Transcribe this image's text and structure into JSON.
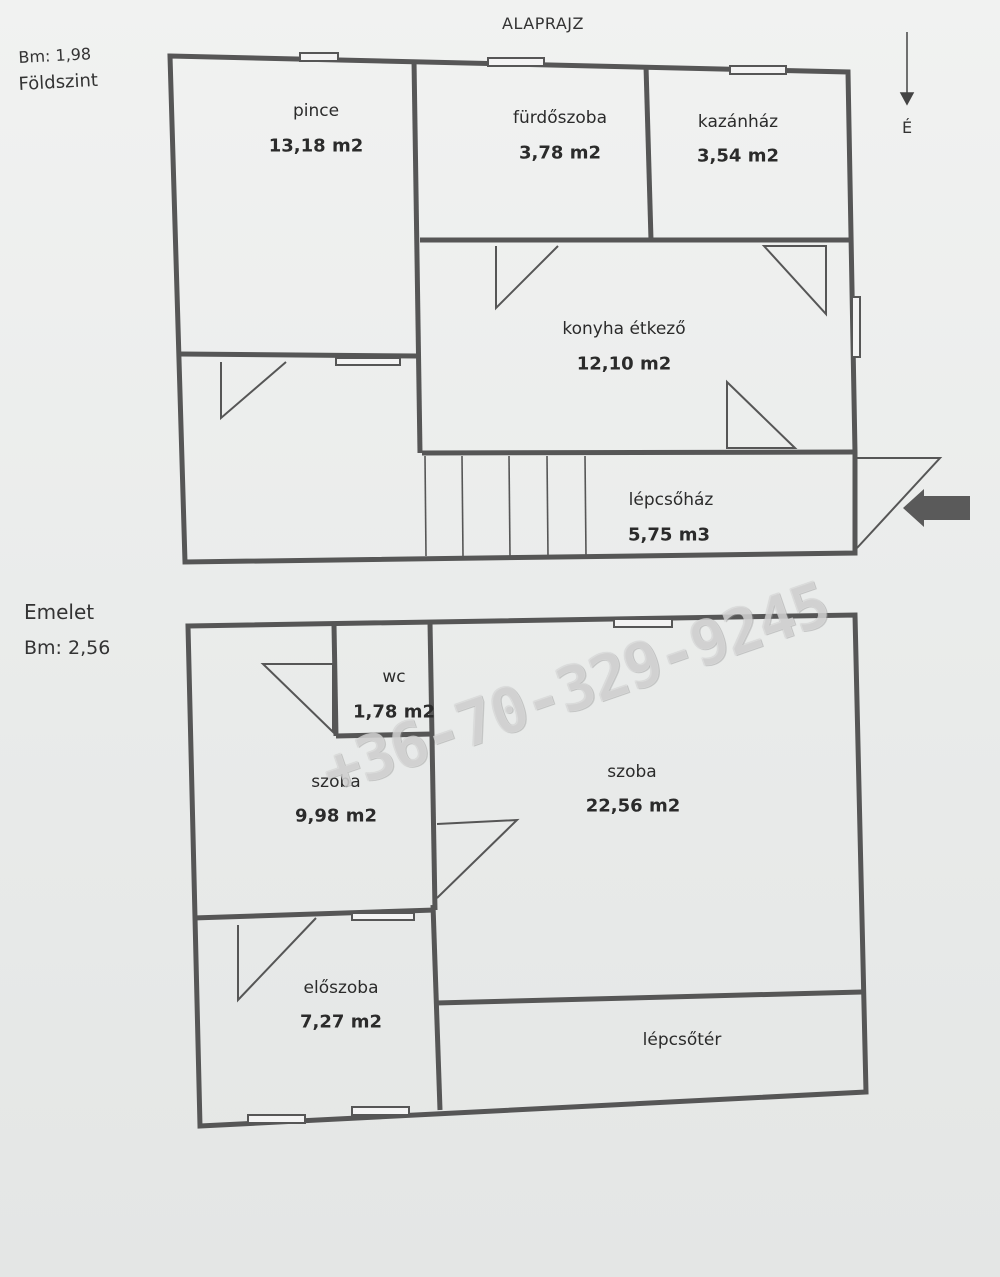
{
  "title": "ALAPRAJZ",
  "compass": {
    "label": "É",
    "icon": "north-arrow-icon"
  },
  "ground_floor": {
    "name": "Földszint",
    "bm": "Bm: 1,98",
    "rooms": {
      "pince": {
        "name": "pince",
        "area": "13,18 m2"
      },
      "furdoszoba": {
        "name": "fürdőszoba",
        "area": "3,78 m2"
      },
      "kazanhaz": {
        "name": "kazánház",
        "area": "3,54 m2"
      },
      "konyha": {
        "name": "konyha étkező",
        "area": "12,10 m2"
      },
      "lepcsohaz": {
        "name": "lépcsőház",
        "area": "5,75 m3"
      }
    },
    "entrance_icon": "entrance-arrow-icon"
  },
  "upper_floor": {
    "name": "Emelet",
    "bm": "Bm: 2,56",
    "rooms": {
      "wc": {
        "name": "wc",
        "area": "1,78 m2"
      },
      "szoba_small": {
        "name": "szoba",
        "area": "9,98 m2"
      },
      "szoba_large": {
        "name": "szoba",
        "area": "22,56 m2"
      },
      "eloszoba": {
        "name": "előszoba",
        "area": "7,27 m2"
      },
      "lepcsoter": {
        "name": "lépcsőtér"
      }
    }
  },
  "watermark": "+36-70-329-9245",
  "colors": {
    "wall": "#565656",
    "paper": "#eceeed",
    "ink": "#2b2b2b"
  }
}
